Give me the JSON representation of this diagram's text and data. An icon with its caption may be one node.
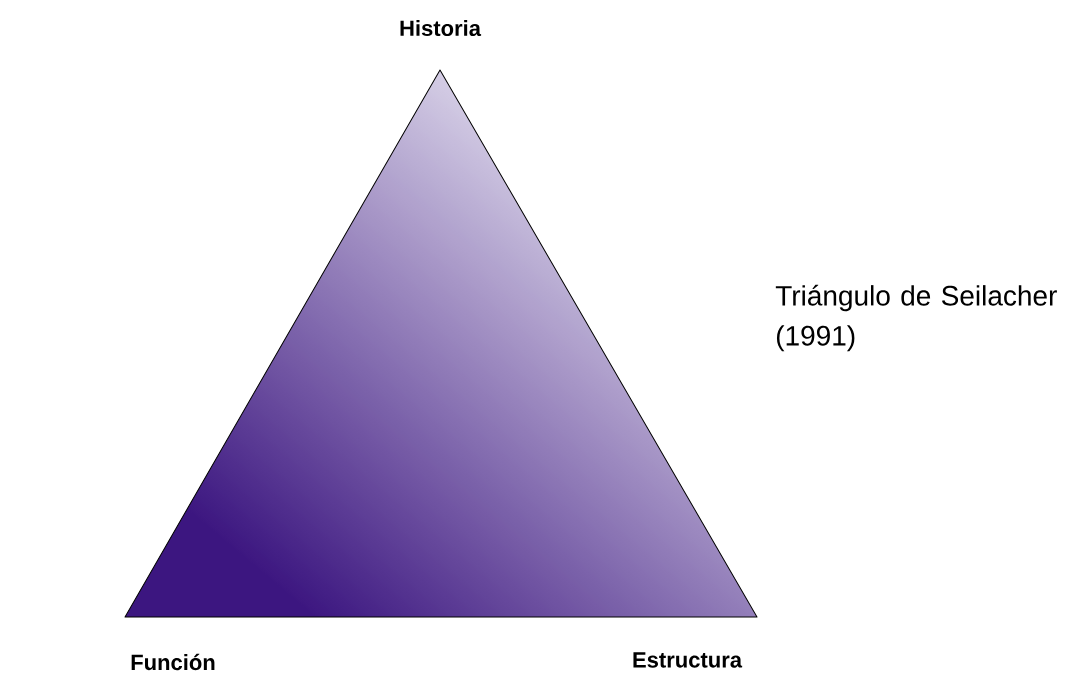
{
  "diagram": {
    "labels": [
      "Historia",
      "Triángulo de Seilacher (1991)",
      "Función",
      "Estructura"
    ]
  }
}
